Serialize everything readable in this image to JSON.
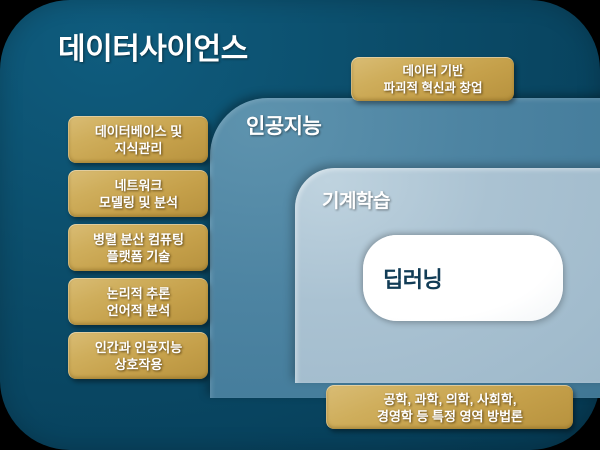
{
  "diagram": {
    "type": "nested-venn-hierarchy",
    "colors": {
      "outer_fill": "#0b4c69",
      "ai_fill": "#4d84a2",
      "ml_fill": "#aac2d2",
      "dl_fill": "#ffffff",
      "chip_fill": "#c5a04a",
      "chip_text": "#ffffff",
      "dl_text": "#113c56",
      "background": "#000000"
    },
    "layers": [
      {
        "id": "data-science",
        "title": "데이터사이언스"
      },
      {
        "id": "artificial-intelligence",
        "title": "인공지능"
      },
      {
        "id": "machine-learning",
        "title": "기계학습"
      },
      {
        "id": "deep-learning",
        "title": "딥러닝"
      }
    ]
  },
  "titles": {
    "data_science": "데이터사이언스",
    "artificial_intelligence": "인공지능",
    "machine_learning": "기계학습",
    "deep_learning": "딥러닝"
  },
  "chips": {
    "top": {
      "line1": "데이터 기반",
      "line2": "파괴적 혁신과 창업"
    },
    "bottom": {
      "line1": "공학, 과학, 의학, 사회학,",
      "line2": "경영학 등 특정 영역 방법론"
    },
    "left": [
      {
        "id": "database",
        "line1": "데이터베이스 및",
        "line2": "지식관리"
      },
      {
        "id": "network",
        "line1": "네트워크",
        "line2": "모델링 및 분석"
      },
      {
        "id": "parallel",
        "line1": "병렬 분산 컴퓨팅",
        "line2": "플랫폼 기술"
      },
      {
        "id": "logic",
        "line1": "논리적 추론",
        "line2": "언어적 분석"
      },
      {
        "id": "hai",
        "line1": "인간과 인공지능",
        "line2": "상호작용"
      }
    ]
  }
}
